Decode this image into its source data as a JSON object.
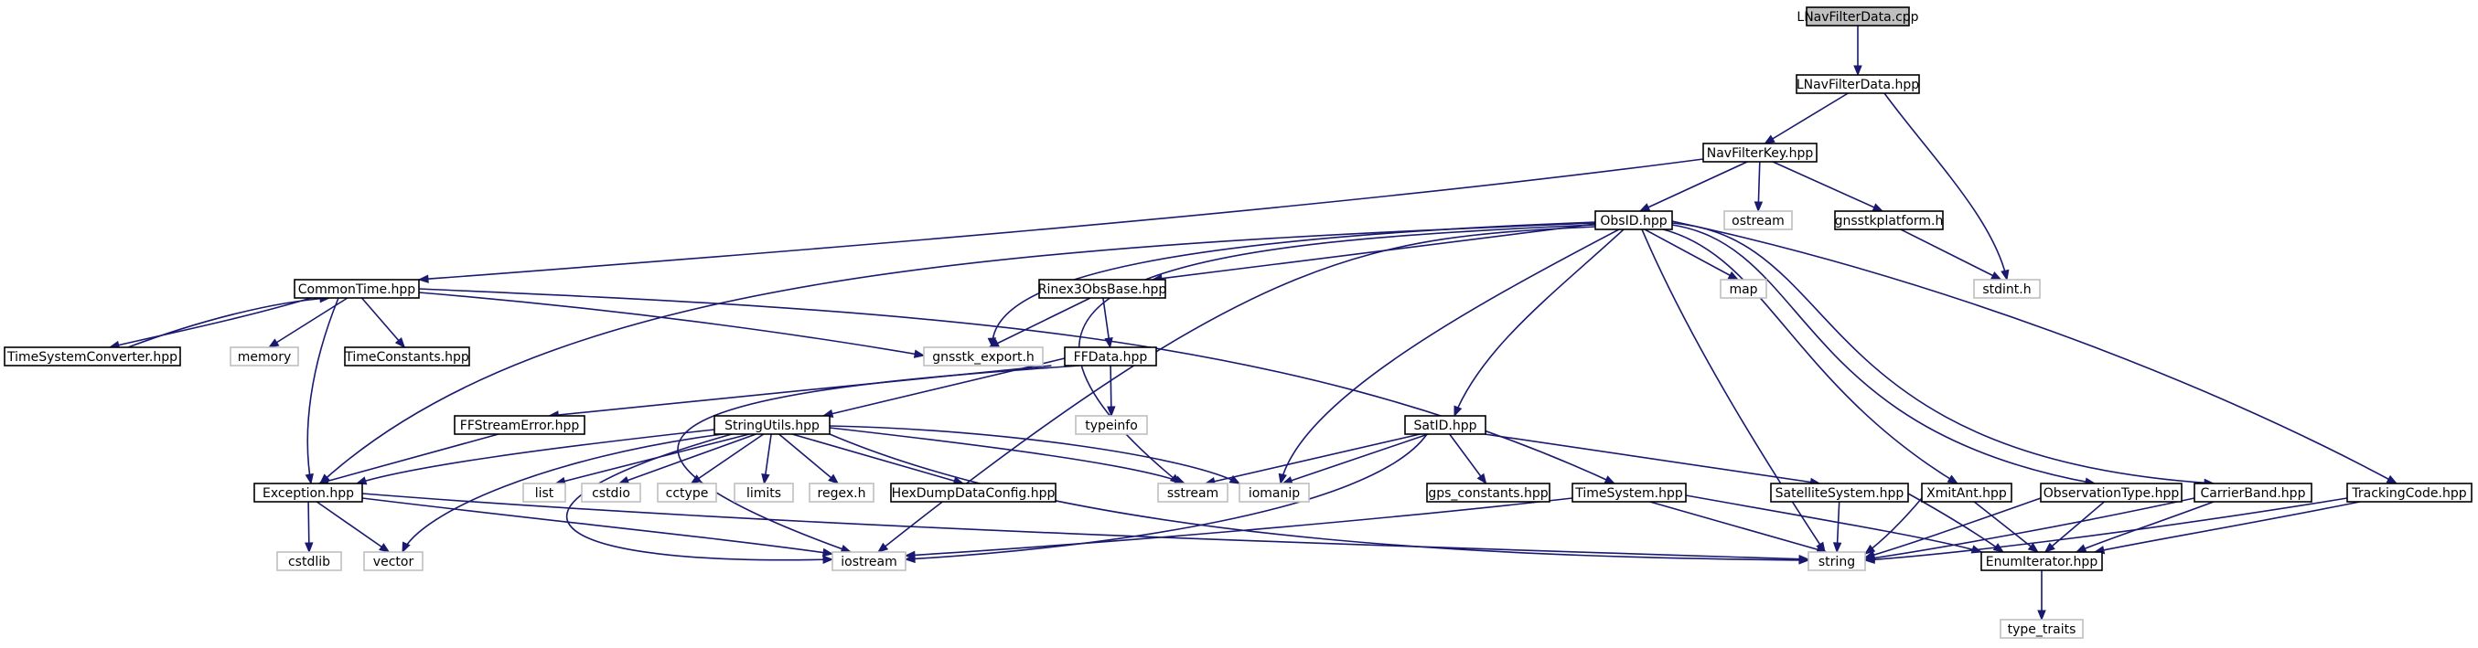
{
  "diagram": {
    "root": "LNavFilterData.cpp",
    "nodes": [
      {
        "id": "LNavFilterData_cpp",
        "label": "LNavFilterData.cpp",
        "kind": "root"
      },
      {
        "id": "LNavFilterData_hpp",
        "label": "LNavFilterData.hpp",
        "kind": "doc"
      },
      {
        "id": "NavFilterKey_hpp",
        "label": "NavFilterKey.hpp",
        "kind": "doc"
      },
      {
        "id": "stdint_h",
        "label": "stdint.h",
        "kind": "std"
      },
      {
        "id": "ObsID_hpp",
        "label": "ObsID.hpp",
        "kind": "doc"
      },
      {
        "id": "ostream",
        "label": "ostream",
        "kind": "std"
      },
      {
        "id": "gnsstkplatform_h",
        "label": "gnsstkplatform.h",
        "kind": "doc"
      },
      {
        "id": "CommonTime_hpp",
        "label": "CommonTime.hpp",
        "kind": "doc"
      },
      {
        "id": "Rinex3ObsBase_hpp",
        "label": "Rinex3ObsBase.hpp",
        "kind": "doc"
      },
      {
        "id": "map",
        "label": "map",
        "kind": "std"
      },
      {
        "id": "TimeSystemConverter_hpp",
        "label": "TimeSystemConverter.hpp",
        "kind": "doc"
      },
      {
        "id": "memory",
        "label": "memory",
        "kind": "std"
      },
      {
        "id": "TimeConstants_hpp",
        "label": "TimeConstants.hpp",
        "kind": "doc"
      },
      {
        "id": "gnsstk_export_h",
        "label": "gnsstk_export.h",
        "kind": "std"
      },
      {
        "id": "FFData_hpp",
        "label": "FFData.hpp",
        "kind": "doc"
      },
      {
        "id": "typeinfo",
        "label": "typeinfo",
        "kind": "std"
      },
      {
        "id": "FFStreamError_hpp",
        "label": "FFStreamError.hpp",
        "kind": "doc"
      },
      {
        "id": "StringUtils_hpp",
        "label": "StringUtils.hpp",
        "kind": "doc"
      },
      {
        "id": "SatID_hpp",
        "label": "SatID.hpp",
        "kind": "doc"
      },
      {
        "id": "Exception_hpp",
        "label": "Exception.hpp",
        "kind": "doc"
      },
      {
        "id": "list",
        "label": "list",
        "kind": "std"
      },
      {
        "id": "cstdio",
        "label": "cstdio",
        "kind": "std"
      },
      {
        "id": "cctype",
        "label": "cctype",
        "kind": "std"
      },
      {
        "id": "limits",
        "label": "limits",
        "kind": "std"
      },
      {
        "id": "regex_h",
        "label": "regex.h",
        "kind": "std"
      },
      {
        "id": "HexDumpDataConfig_hpp",
        "label": "HexDumpDataConfig.hpp",
        "kind": "doc"
      },
      {
        "id": "sstream",
        "label": "sstream",
        "kind": "std"
      },
      {
        "id": "iomanip",
        "label": "iomanip",
        "kind": "std"
      },
      {
        "id": "gps_constants_hpp",
        "label": "gps_constants.hpp",
        "kind": "doc"
      },
      {
        "id": "TimeSystem_hpp",
        "label": "TimeSystem.hpp",
        "kind": "doc"
      },
      {
        "id": "SatelliteSystem_hpp",
        "label": "SatelliteSystem.hpp",
        "kind": "doc"
      },
      {
        "id": "XmitAnt_hpp",
        "label": "XmitAnt.hpp",
        "kind": "doc"
      },
      {
        "id": "ObservationType_hpp",
        "label": "ObservationType.hpp",
        "kind": "doc"
      },
      {
        "id": "CarrierBand_hpp",
        "label": "CarrierBand.hpp",
        "kind": "doc"
      },
      {
        "id": "TrackingCode_hpp",
        "label": "TrackingCode.hpp",
        "kind": "doc"
      },
      {
        "id": "cstdlib",
        "label": "cstdlib",
        "kind": "std"
      },
      {
        "id": "vector",
        "label": "vector",
        "kind": "std"
      },
      {
        "id": "iostream",
        "label": "iostream",
        "kind": "std"
      },
      {
        "id": "string",
        "label": "string",
        "kind": "std"
      },
      {
        "id": "EnumIterator_hpp",
        "label": "EnumIterator.hpp",
        "kind": "doc"
      },
      {
        "id": "type_traits",
        "label": "type_traits",
        "kind": "std"
      }
    ],
    "edges": [
      [
        "LNavFilterData_cpp",
        "LNavFilterData_hpp"
      ],
      [
        "LNavFilterData_hpp",
        "NavFilterKey_hpp"
      ],
      [
        "LNavFilterData_hpp",
        "stdint_h"
      ],
      [
        "NavFilterKey_hpp",
        "CommonTime_hpp"
      ],
      [
        "NavFilterKey_hpp",
        "ObsID_hpp"
      ],
      [
        "NavFilterKey_hpp",
        "ostream"
      ],
      [
        "NavFilterKey_hpp",
        "gnsstkplatform_h"
      ],
      [
        "gnsstkplatform_h",
        "stdint_h"
      ],
      [
        "ObsID_hpp",
        "Rinex3ObsBase_hpp"
      ],
      [
        "ObsID_hpp",
        "map"
      ],
      [
        "ObsID_hpp",
        "gnsstk_export_h"
      ],
      [
        "ObsID_hpp",
        "Exception_hpp"
      ],
      [
        "ObsID_hpp",
        "sstream"
      ],
      [
        "ObsID_hpp",
        "iostream"
      ],
      [
        "ObsID_hpp",
        "iomanip"
      ],
      [
        "ObsID_hpp",
        "SatID_hpp"
      ],
      [
        "ObsID_hpp",
        "string"
      ],
      [
        "ObsID_hpp",
        "XmitAnt_hpp"
      ],
      [
        "ObsID_hpp",
        "ObservationType_hpp"
      ],
      [
        "ObsID_hpp",
        "CarrierBand_hpp"
      ],
      [
        "ObsID_hpp",
        "TrackingCode_hpp"
      ],
      [
        "CommonTime_hpp",
        "TimeSystemConverter_hpp"
      ],
      [
        "TimeSystemConverter_hpp",
        "CommonTime_hpp"
      ],
      [
        "CommonTime_hpp",
        "memory"
      ],
      [
        "CommonTime_hpp",
        "TimeConstants_hpp"
      ],
      [
        "CommonTime_hpp",
        "gnsstk_export_h"
      ],
      [
        "CommonTime_hpp",
        "Exception_hpp"
      ],
      [
        "CommonTime_hpp",
        "TimeSystem_hpp"
      ],
      [
        "Rinex3ObsBase_hpp",
        "gnsstk_export_h"
      ],
      [
        "Rinex3ObsBase_hpp",
        "FFData_hpp"
      ],
      [
        "FFData_hpp",
        "typeinfo"
      ],
      [
        "FFData_hpp",
        "FFStreamError_hpp"
      ],
      [
        "FFData_hpp",
        "StringUtils_hpp"
      ],
      [
        "FFData_hpp",
        "iostream"
      ],
      [
        "FFStreamError_hpp",
        "Exception_hpp"
      ],
      [
        "StringUtils_hpp",
        "Exception_hpp"
      ],
      [
        "StringUtils_hpp",
        "list"
      ],
      [
        "StringUtils_hpp",
        "cstdio"
      ],
      [
        "StringUtils_hpp",
        "cctype"
      ],
      [
        "StringUtils_hpp",
        "limits"
      ],
      [
        "StringUtils_hpp",
        "regex_h"
      ],
      [
        "StringUtils_hpp",
        "HexDumpDataConfig_hpp"
      ],
      [
        "StringUtils_hpp",
        "sstream"
      ],
      [
        "StringUtils_hpp",
        "iomanip"
      ],
      [
        "StringUtils_hpp",
        "vector"
      ],
      [
        "StringUtils_hpp",
        "iostream"
      ],
      [
        "StringUtils_hpp",
        "string"
      ],
      [
        "SatID_hpp",
        "sstream"
      ],
      [
        "SatID_hpp",
        "iomanip"
      ],
      [
        "SatID_hpp",
        "gps_constants_hpp"
      ],
      [
        "SatID_hpp",
        "SatelliteSystem_hpp"
      ],
      [
        "SatID_hpp",
        "iostream"
      ],
      [
        "Exception_hpp",
        "cstdlib"
      ],
      [
        "Exception_hpp",
        "vector"
      ],
      [
        "Exception_hpp",
        "iostream"
      ],
      [
        "Exception_hpp",
        "string"
      ],
      [
        "TimeSystem_hpp",
        "iostream"
      ],
      [
        "TimeSystem_hpp",
        "string"
      ],
      [
        "TimeSystem_hpp",
        "EnumIterator_hpp"
      ],
      [
        "SatelliteSystem_hpp",
        "string"
      ],
      [
        "SatelliteSystem_hpp",
        "EnumIterator_hpp"
      ],
      [
        "XmitAnt_hpp",
        "string"
      ],
      [
        "XmitAnt_hpp",
        "EnumIterator_hpp"
      ],
      [
        "ObservationType_hpp",
        "string"
      ],
      [
        "ObservationType_hpp",
        "EnumIterator_hpp"
      ],
      [
        "CarrierBand_hpp",
        "string"
      ],
      [
        "CarrierBand_hpp",
        "EnumIterator_hpp"
      ],
      [
        "TrackingCode_hpp",
        "string"
      ],
      [
        "TrackingCode_hpp",
        "EnumIterator_hpp"
      ],
      [
        "EnumIterator_hpp",
        "type_traits"
      ]
    ]
  },
  "colors": {
    "edge": "#191970",
    "doc_border": "#000000",
    "std_border": "#bfbfbf",
    "root_fill": "#bfbfbf",
    "background": "#ffffff"
  }
}
